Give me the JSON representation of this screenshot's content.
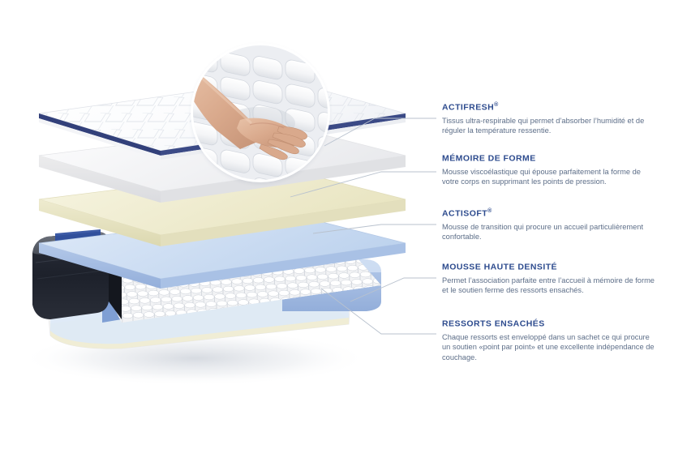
{
  "illustration": {
    "name": "exploded-mattress-diagram",
    "layers": [
      {
        "id": "cover",
        "label": "quilted-cover-layer",
        "color": "#fdfdfe",
        "edge": "#32407a"
      },
      {
        "id": "memory",
        "label": "memory-foam-layer",
        "color": "#f4f4f5",
        "edge": "#dcdde0"
      },
      {
        "id": "actisoft",
        "label": "transition-foam-layer",
        "color": "#efecd0",
        "edge": "#ddd9b6"
      },
      {
        "id": "hd-foam",
        "label": "high-density-foam-layer",
        "color": "#c9dcf2",
        "edge": "#a8c0e4"
      },
      {
        "id": "springs",
        "label": "pocket-spring-unit",
        "color": "#ffffff",
        "edge": "#22252e"
      }
    ],
    "photo_inset": {
      "name": "hand-pressing-mattress-photo",
      "description": "Main pressant sur la surface matelassee du matelas"
    }
  },
  "callouts": [
    {
      "key": "actifresh",
      "title": "ACTIFRESH",
      "mark": "®",
      "body": "Tissus ultra-respirable qui permet d’absorber l’humidité et de réguler la température ressentie."
    },
    {
      "key": "memoire",
      "title": "MÉMOIRE DE FORME",
      "mark": "",
      "body": "Mousse viscoélastique qui épouse parfaitement la forme de votre corps en supprimant les points de pression."
    },
    {
      "key": "actisoft",
      "title": "ACTISOFT",
      "mark": "®",
      "body": "Mousse de transition qui procure un accueil particulièrement confortable."
    },
    {
      "key": "haute_densite",
      "title": "MOUSSE HAUTE DENSITÉ",
      "mark": "",
      "body": "Permet l’association parfaite entre l’accueil à mémoire de forme et le soutien ferme des ressorts ensachés."
    },
    {
      "key": "ressorts",
      "title": "RESSORTS ENSACHÉS",
      "mark": "",
      "body": "Chaque ressorts est enveloppé dans un sachet ce qui procure un soutien «point par point» et une excellente indépendance de couchage."
    }
  ],
  "colors": {
    "title_blue": "#2d4b8e",
    "body_text": "#5d6e88",
    "leader_line": "#b9c2ce",
    "cover_piping": "#32407a",
    "foam_cream": "#efecd0",
    "foam_blue": "#a8c0e4",
    "border_fabric": "#22252e",
    "background": "#ffffff"
  }
}
